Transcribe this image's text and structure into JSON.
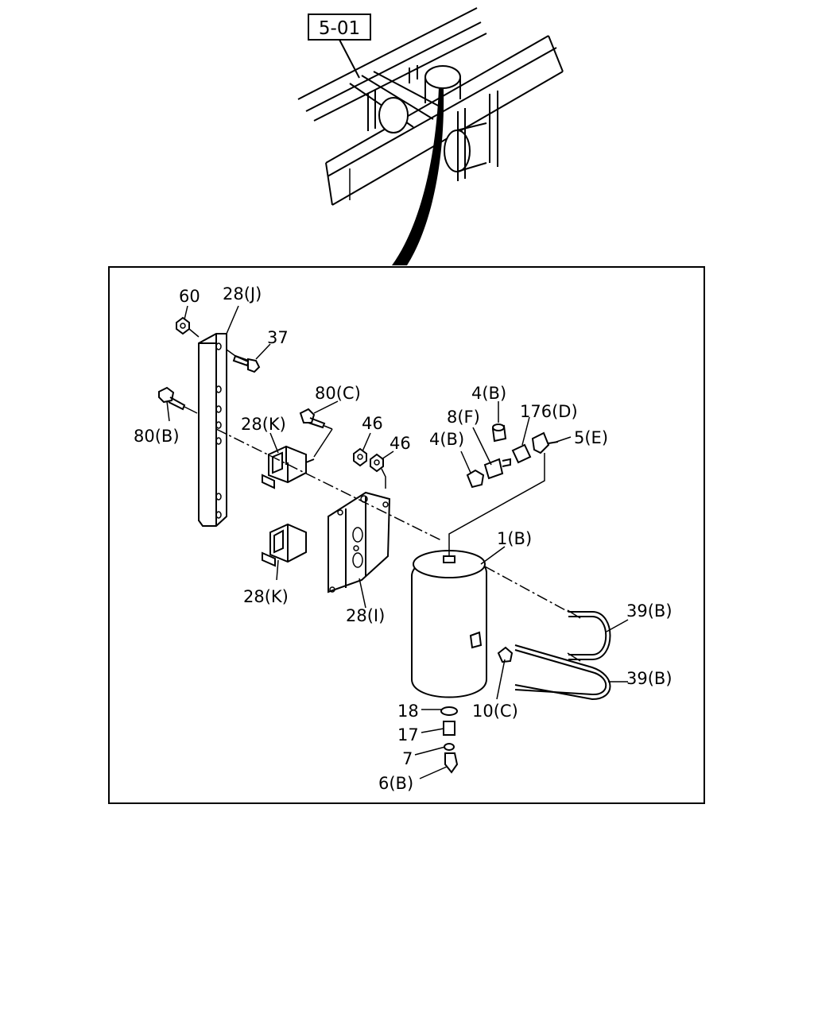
{
  "reference_box": "5-01",
  "labels": {
    "l60": "60",
    "l28j": "28(J)",
    "l37": "37",
    "l80b": "80(B)",
    "l80c": "80(C)",
    "l28k_top": "28(K)",
    "l28k_bot": "28(K)",
    "l46a": "46",
    "l46b": "46",
    "l28i": "28(I)",
    "l4b_top": "4(B)",
    "l8f": "8(F)",
    "l176d": "176(D)",
    "l4b_left": "4(B)",
    "l5e": "5(E)",
    "l1b": "1(B)",
    "l39b_a": "39(B)",
    "l39b_b": "39(B)",
    "l10c": "10(C)",
    "l18": "18",
    "l17": "17",
    "l7": "7",
    "l6b": "6(B)"
  }
}
